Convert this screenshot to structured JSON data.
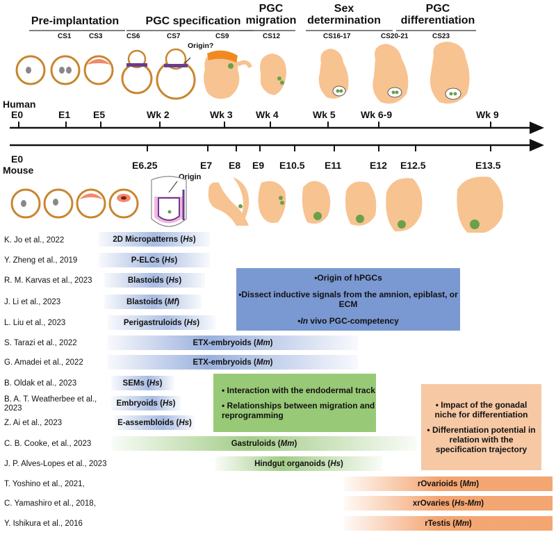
{
  "stages": [
    {
      "label": "Pre-implantation"
    },
    {
      "label": "PGC  specification"
    },
    {
      "label": "PGC migration"
    },
    {
      "label": "Sex determination"
    },
    {
      "label": "PGC differentiation"
    }
  ],
  "carnegie": [
    "CS1",
    "CS3",
    "CS6",
    "CS7",
    "CS9",
    "CS12",
    "CS16-17",
    "CS20-21",
    "CS23"
  ],
  "origin_human": "Origin?",
  "origin_mouse": "Origin",
  "human": {
    "species": "Human",
    "ticks": [
      "E0",
      "E1",
      "E5",
      "Wk 2",
      "Wk 3",
      "Wk 4",
      "Wk 5",
      "Wk 6-9",
      "Wk 9"
    ]
  },
  "mouse": {
    "species": "Mouse",
    "ticks": [
      "E0",
      "E6.25",
      "E7",
      "E8",
      "E9",
      "E10.5",
      "E11",
      "E12",
      "E12.5",
      "E13.5"
    ]
  },
  "references": [
    {
      "citation": "K. Jo et al., 2022",
      "model": "2D Micropatterns",
      "species": "Hs"
    },
    {
      "citation": "Y. Zheng et al., 2019",
      "model": "P-ELCs",
      "species": "Hs"
    },
    {
      "citation": "R. M. Karvas et al., 2023",
      "model": "Blastoids",
      "species": "Hs"
    },
    {
      "citation": "J. Li et al.,  2023",
      "model": "Blastoids",
      "species": "Mf"
    },
    {
      "citation": "L. Liu et al.,  2023",
      "model": "Perigastruloids",
      "species": "Hs"
    },
    {
      "citation": "S. Tarazi et al.,  2022",
      "model": "ETX-embryoids",
      "species": "Mm"
    },
    {
      "citation": "G. Amadei et al., 2022",
      "model": "ETX-embryoids",
      "species": "Mm"
    },
    {
      "citation": "B. Oldak et al., 2023",
      "model": "SEMs",
      "species": "Hs"
    },
    {
      "citation": "B. A. T. Weatherbee et al., 2023",
      "model": "Embryoids",
      "species": "Hs"
    },
    {
      "citation": "Z. Ai et al., 2023",
      "model": "E-assembloids",
      "species": "Hs"
    },
    {
      "citation": "C. B. Cooke, et al., 2023",
      "model": "Gastruloids",
      "species": "Mm"
    },
    {
      "citation": "J. P. Alves-Lopes et al., 2023",
      "model": "Hindgut organoids",
      "species": "Hs"
    },
    {
      "citation": "T. Yoshino et al.,  2021,",
      "model": "rOvarioids",
      "species": "Mm"
    },
    {
      "citation": "C. Yamashiro et al.,  2018,",
      "model": "xrOvaries",
      "species": "Hs-Mm"
    },
    {
      "citation": "Y. Ishikura et al.,  2016",
      "model": "rTestis",
      "species": "Mm"
    }
  ],
  "boxes": {
    "blue": [
      "Origin of hPGCs",
      "Dissect inductive signals from the amnion, epiblast, or ECM",
      "In vivo PGC-competency"
    ],
    "green": [
      "Interaction with the endodermal track",
      "Relationships  between migration and reprogramming"
    ],
    "orange": [
      "Impact of the gonadal niche for differentiation",
      "Differentiation potential in relation with the specification trajectory"
    ]
  },
  "colors": {
    "blue": "#6f8fcf",
    "green": "#8cc06a",
    "orange": "#f6c39c",
    "embryo": "#f7c391",
    "ring": "#c9852e"
  }
}
